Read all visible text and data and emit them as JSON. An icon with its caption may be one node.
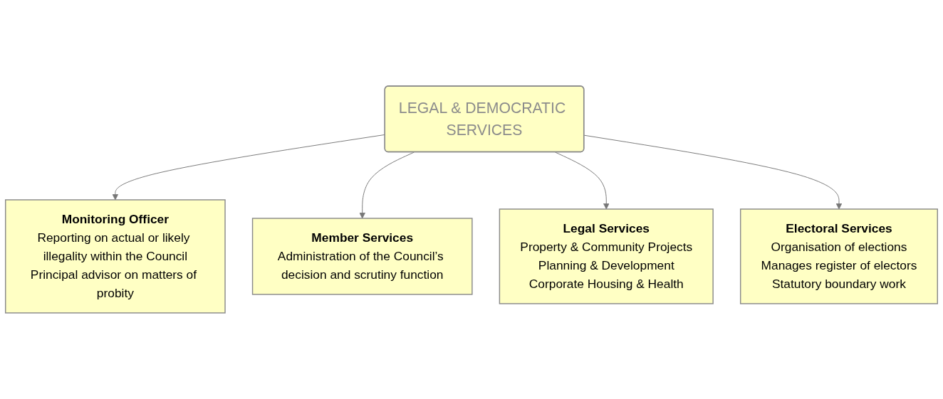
{
  "diagram": {
    "nodes": [
      {
        "text": [
          "Monitoring Officer",
          "Reporting on actual or likely illegality within the Council",
          "Principal advisor on matters of probity"
        ]
      },
      {
        "text": [
          "Member Services",
          "Administration of the Council’s decision and scrutiny function"
        ]
      },
      {
        "text": [
          "LEGAL & DEMOCRATIC SERVICES"
        ]
      },
      {
        "text": [
          "Legal Services",
          "Property & Community Projects",
          "Planning & Development",
          "Corporate Housing & Health"
        ]
      },
      {
        "text": [
          "Electoral Services",
          "Organisation of elections",
          "Manages register of electors",
          "Statutory boundary work"
        ]
      }
    ],
    "edges": [
      {
        "from": 2,
        "to": 0,
        "arrow": "to"
      },
      {
        "from": 2,
        "to": 1,
        "arrow": "to"
      },
      {
        "from": 2,
        "to": 3,
        "arrow": "to"
      },
      {
        "from": 2,
        "to": 4,
        "arrow": "to"
      }
    ]
  }
}
